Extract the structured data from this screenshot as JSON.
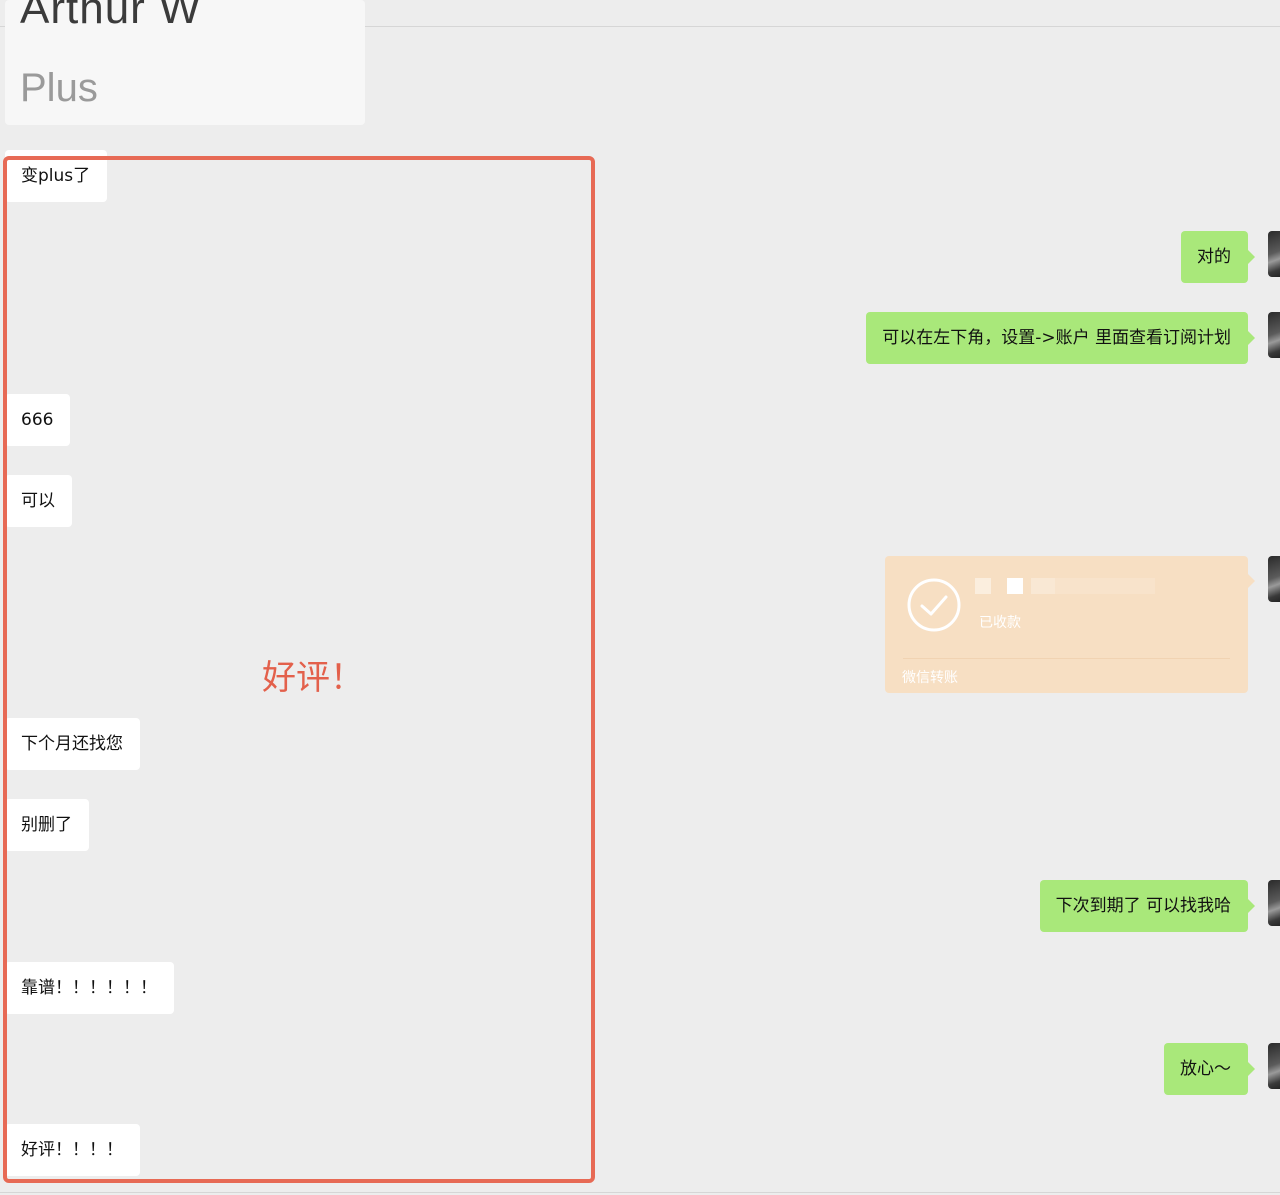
{
  "contact": {
    "name": "Arthur W",
    "subtitle": "Plus"
  },
  "highlight": {
    "label": "好评！",
    "color": "#e76a55"
  },
  "incoming_messages": [
    "变plus了",
    "666",
    "可以",
    "下个月还找您",
    "别删了",
    "靠谱！！！！！！",
    "好评！！！！"
  ],
  "outgoing_messages": [
    "对的",
    "可以在左下角，设置->账户 里面查看订阅计划",
    "下次到期了 可以找我哈",
    "放心～"
  ],
  "transfer": {
    "status": "已收款",
    "source": "微信转账",
    "icon": "check-circle-icon"
  },
  "colors": {
    "background": "#ededed",
    "incoming_bubble": "#ffffff",
    "outgoing_bubble": "#a9e87a",
    "transfer_card": "#f7dfc3"
  }
}
